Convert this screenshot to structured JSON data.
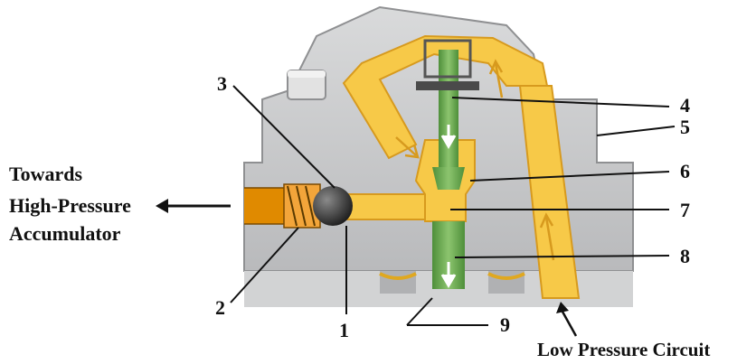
{
  "labels": {
    "n1": "1",
    "n2": "2",
    "n3": "3",
    "n4": "4",
    "n5": "5",
    "n6": "6",
    "n7": "7",
    "n8": "8",
    "n9": "9"
  },
  "left_text": [
    "Towards",
    "High-Pressure",
    "Accumulator"
  ],
  "bottom_text": "Low Pressure Circuit",
  "colors": {
    "housing": "#c9cacc",
    "housing_dark": "#a8a9ab",
    "fuel_yellow": "#f7c948",
    "fuel_outline": "#d79a1e",
    "plunger_green": "#6aa84f",
    "pipe_orange": "#e08a00",
    "ball": "#2b2b2b"
  }
}
